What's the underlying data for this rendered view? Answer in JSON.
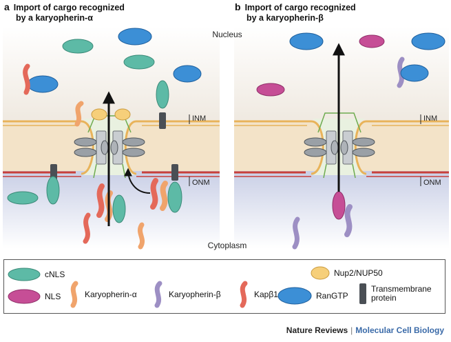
{
  "panels": [
    {
      "letter": "a",
      "title_line1": "Import of cargo recognized",
      "title_line2": "by a karyopherin-α"
    },
    {
      "letter": "b",
      "title_line1": "Import of cargo recognized",
      "title_line2": "by a karyopherin-β"
    }
  ],
  "compartments": {
    "nucleus": "Nucleus",
    "cytoplasm": "Cytoplasm",
    "inm": "INM",
    "onm": "ONM"
  },
  "legend": [
    {
      "key": "cnls",
      "label": "cNLS",
      "icon": "cnls-icon",
      "color": "#5dbaa6"
    },
    {
      "key": "nup",
      "label": "Nup2/NUP50",
      "icon": "nup2-nup50-icon",
      "color": "#f6cf7a"
    },
    {
      "key": "nls",
      "label": "NLS",
      "icon": "nls-icon",
      "color": "#c64e96"
    },
    {
      "key": "kapa",
      "label": "Karyopherin-α",
      "icon": "karyopherin-alpha-icon",
      "color": "#f0a46c"
    },
    {
      "key": "kapb",
      "label": "Karyopherin-β",
      "icon": "karyopherin-beta-icon",
      "color": "#9d8fc4"
    },
    {
      "key": "kapb1",
      "label": "Kapβ1",
      "icon": "kapb1-icon",
      "color": "#e4695a"
    },
    {
      "key": "ran",
      "label": "RanGTP",
      "icon": "rangtp-icon",
      "color": "#3c8fd6"
    },
    {
      "key": "tm",
      "label": "Transmembrane\nprotein",
      "icon": "transmembrane-protein-icon",
      "color": "#4a4f55"
    }
  ],
  "footer": {
    "brand": "Nature Reviews",
    "journal": "Molecular Cell Biology"
  }
}
